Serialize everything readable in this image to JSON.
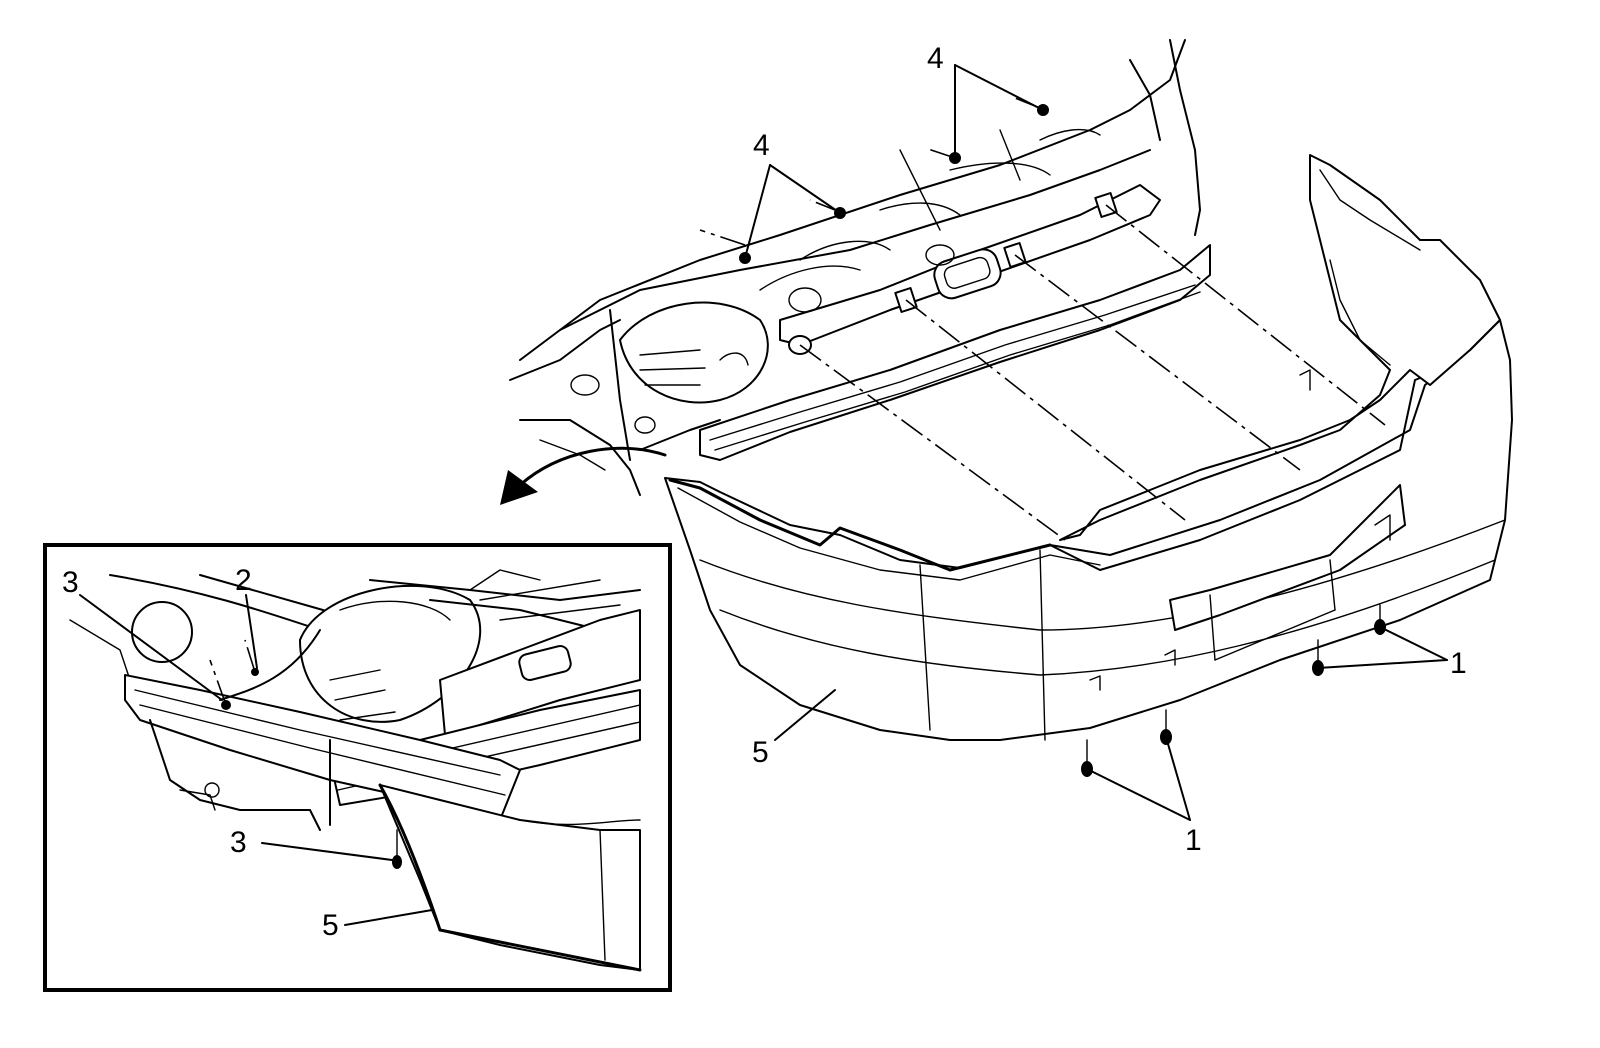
{
  "callouts": {
    "c1_right": "1",
    "c1_bottom": "1",
    "c2": "2",
    "c3_top": "3",
    "c3_bottom": "3",
    "c4_left": "4",
    "c4_right": "4",
    "c5_main": "5",
    "c5_detail": "5"
  }
}
